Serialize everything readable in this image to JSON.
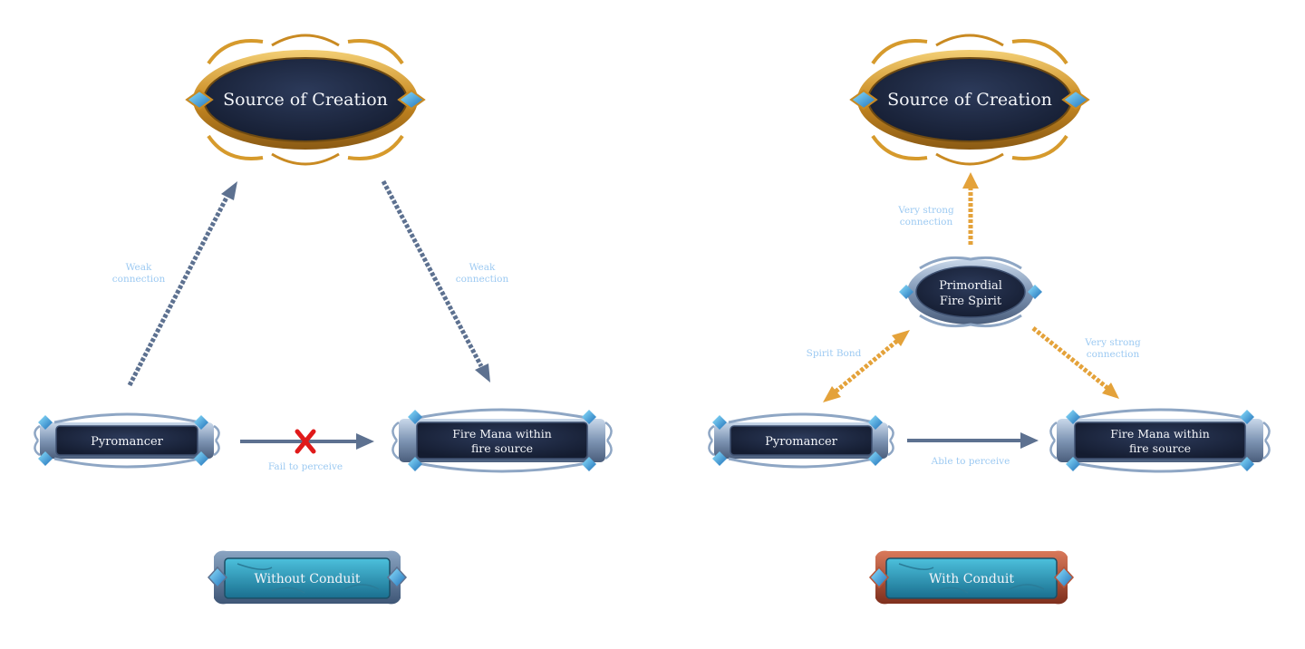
{
  "left_panel": {
    "source": "Source of Creation",
    "pyromancer": "Pyromancer",
    "fire_mana_line1": "Fire Mana within",
    "fire_mana_line2": "fire source",
    "left_conn_line1": "Weak",
    "left_conn_line2": "connection",
    "right_conn_line1": "Weak",
    "right_conn_line2": "connection",
    "perceive_label": "Fail to perceive",
    "footer_button": "Without Conduit"
  },
  "right_panel": {
    "source": "Source of Creation",
    "spirit_line1": "Primordial",
    "spirit_line2": "Fire Spirit",
    "pyromancer": "Pyromancer",
    "fire_mana_line1": "Fire Mana within",
    "fire_mana_line2": "fire source",
    "top_conn_line1": "Very strong",
    "top_conn_line2": "connection",
    "right_conn_line1": "Very strong",
    "right_conn_line2": "connection",
    "bond_label": "Spirit Bond",
    "perceive_label": "Able to perceive",
    "footer_button": "With Conduit"
  },
  "colors": {
    "gold_frame": "#d69a2c",
    "navy_panel": "#1e2a44",
    "silver_frame": "#8ea6c4",
    "weak_arrow": "#5d7190",
    "strong_arrow": "#e4a23a",
    "label_blue": "#9dcaf2",
    "fail_x": "#e01a1a",
    "conduit_blue": "#2b8fb0",
    "conduit_red": "#b5553a"
  }
}
